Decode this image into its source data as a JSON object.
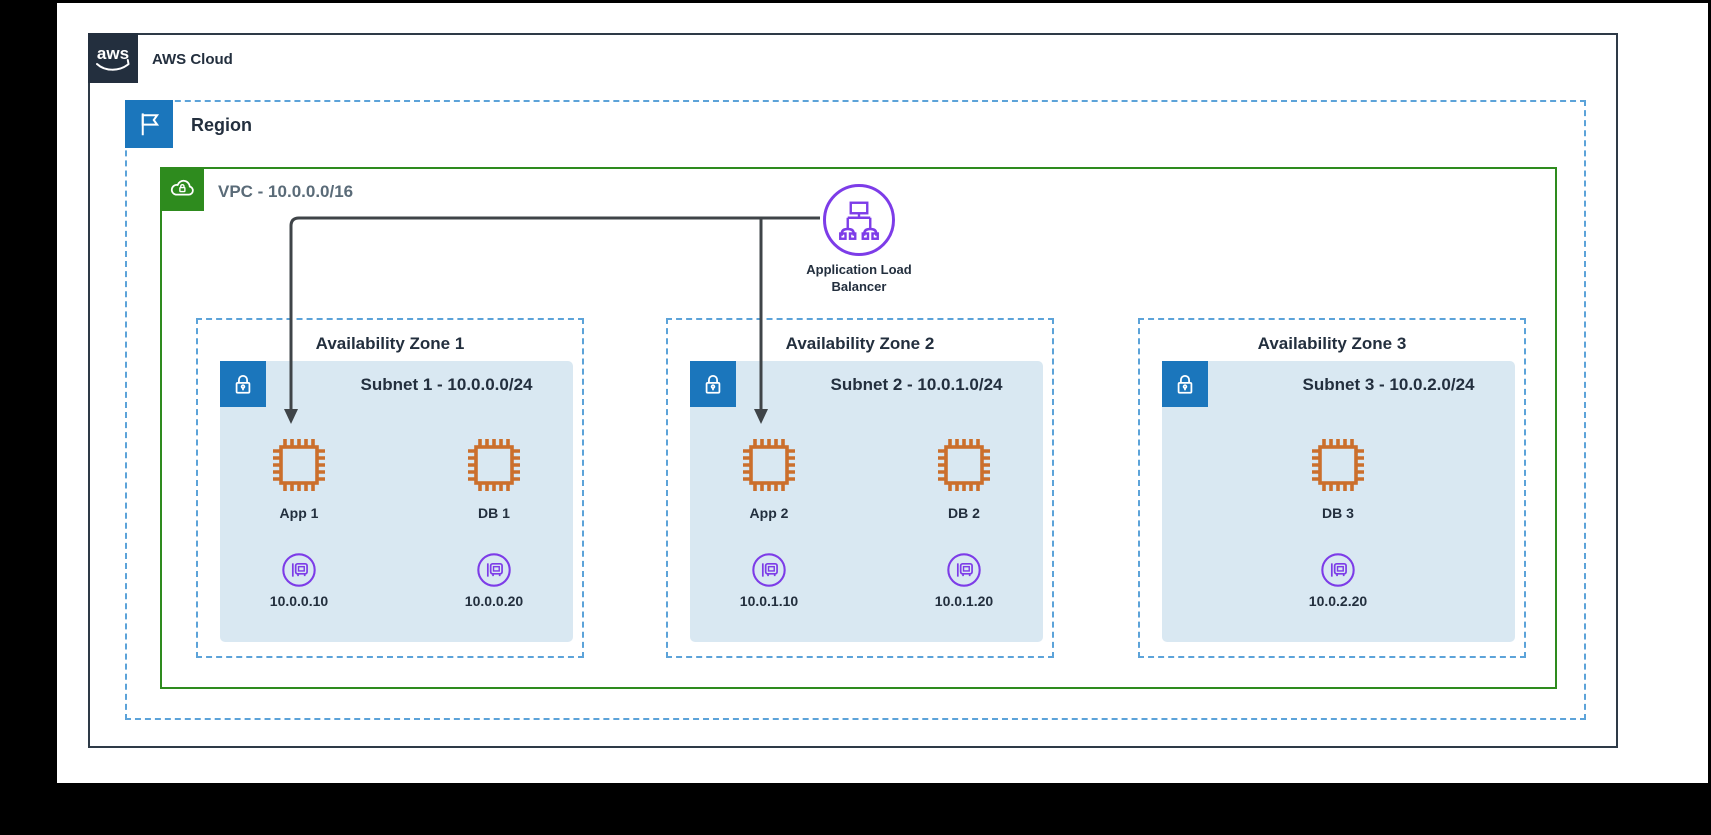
{
  "aws_cloud": {
    "label": "AWS Cloud",
    "logo_text": "aws"
  },
  "region": {
    "label": "Region"
  },
  "vpc": {
    "label": "VPC - 10.0.0.0/16"
  },
  "load_balancer": {
    "label_line1": "Application Load",
    "label_line2": "Balancer"
  },
  "zones": [
    {
      "title": "Availability Zone 1",
      "subnet_title": "Subnet 1 - 10.0.0.0/24",
      "instances": [
        {
          "name": "App 1",
          "ip": "10.0.0.10"
        },
        {
          "name": "DB 1",
          "ip": "10.0.0.20"
        }
      ]
    },
    {
      "title": "Availability Zone 2",
      "subnet_title": "Subnet 2 - 10.0.1.0/24",
      "instances": [
        {
          "name": "App 2",
          "ip": "10.0.1.10"
        },
        {
          "name": "DB 2",
          "ip": "10.0.1.20"
        }
      ]
    },
    {
      "title": "Availability Zone 3",
      "subnet_title": "Subnet 3 - 10.0.2.0/24",
      "instances": [
        {
          "name": "DB 3",
          "ip": "10.0.2.20"
        }
      ]
    }
  ],
  "colors": {
    "aws_dark": "#232F3E",
    "region_blue": "#1B76BC",
    "vpc_green": "#2E8B1E",
    "subnet_fill": "#D9E8F2",
    "dashed_blue": "#5CA3D9",
    "ec2_orange": "#CB6F2C",
    "lb_purple": "#7D3CE8",
    "arrow_gray": "#3F4448"
  }
}
